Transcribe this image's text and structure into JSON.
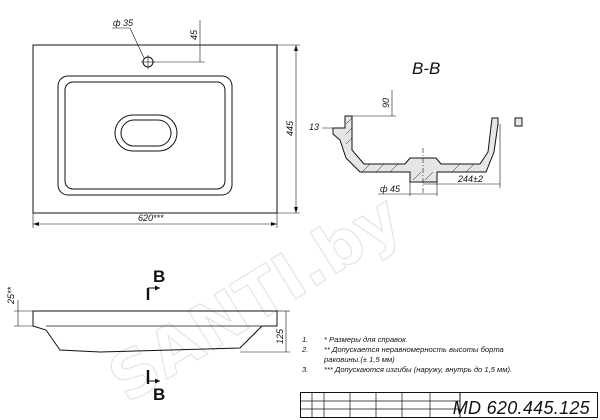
{
  "top_view": {
    "hole_diameter": "ф 35",
    "hole_offset": "45",
    "height": "445",
    "width": "620***"
  },
  "section": {
    "title": "B-B",
    "rim_height": "90",
    "rim_width": "13",
    "drain_diameter": "ф 45",
    "depth": "244±2"
  },
  "side_view": {
    "cut_label_top": "B",
    "cut_label_bottom": "B",
    "rim_thickness": "25**",
    "body_height": "125"
  },
  "notes": [
    {
      "num": "1.",
      "text": "*  Размеры для справок."
    },
    {
      "num": "2.",
      "text": "** Допускается неравномерность высоты борта"
    },
    {
      "num": "",
      "text": "раковины.(± 1,5 мм)"
    },
    {
      "num": "3.",
      "text": "*** Допускаются изгибы (наружу, внутрь до 1,5 мм)."
    }
  ],
  "title_block": {
    "model": "MD 620.445.125"
  },
  "watermark": "SANTI.by"
}
